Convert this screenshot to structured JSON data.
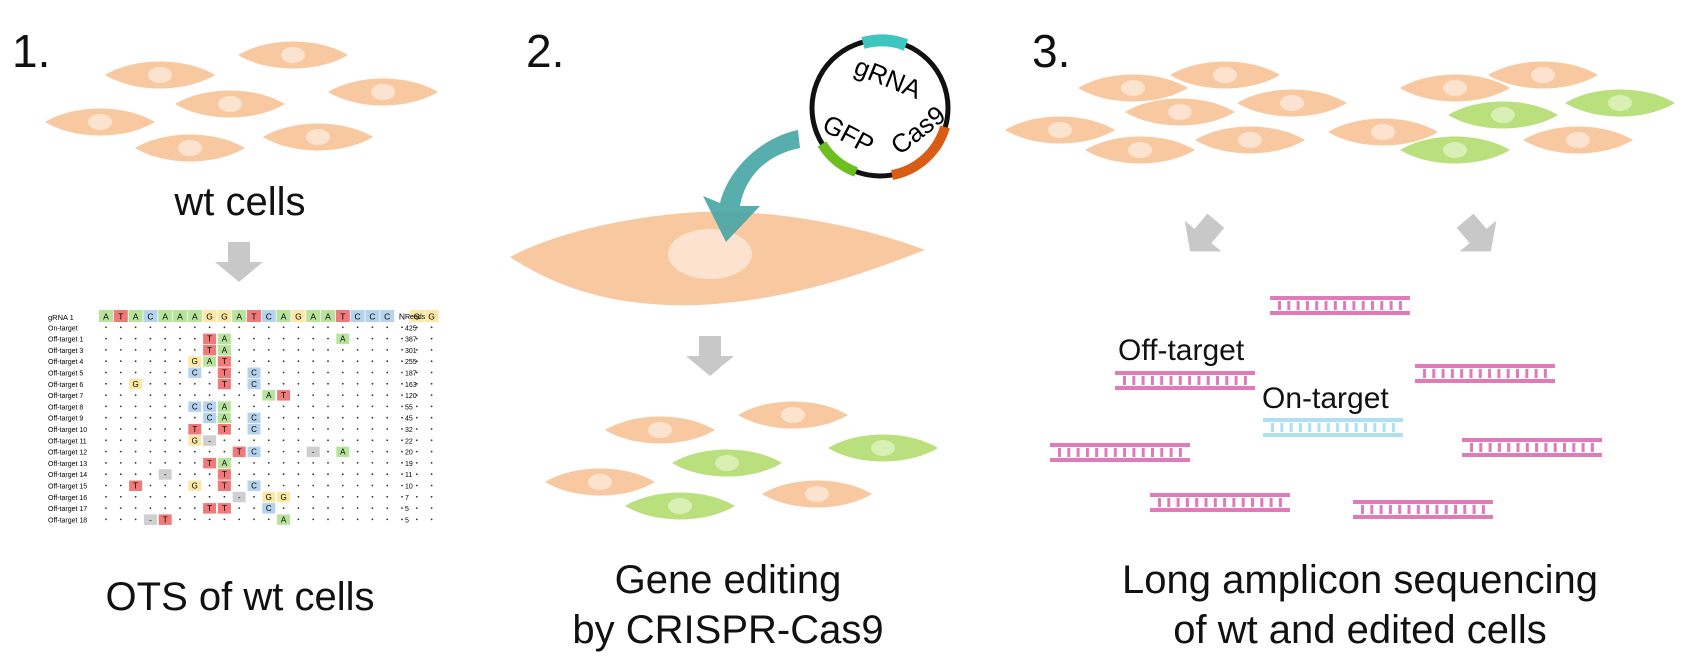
{
  "colors": {
    "cell": "#f8c9a0",
    "cell_nucleus": "#fbe3cf",
    "cell_edited": "#b9e07c",
    "cell_edited_nucleus": "#d9efb4",
    "arrow_gray": "#c8c8c8",
    "teal": "#4aa6a6",
    "plasmid_grna": "#3cc6bf",
    "plasmid_gfp": "#6cbf1e",
    "plasmid_cas9": "#d95d14",
    "amplicon_pink": "#e07ab8",
    "amplicon_blue": "#aee0ef",
    "base_A": "#b7e39c",
    "base_T": "#f07a7a",
    "base_C": "#b6d3ee",
    "base_G": "#fbe8a6",
    "base_gap": "#cfcfcf"
  },
  "panel1": {
    "step": "1.",
    "cells_label": "wt cells",
    "title": "OTS of wt cells",
    "table": {
      "grna_label": "gRNA 1",
      "reads_header": "Reads",
      "grna_sequence": [
        "A",
        "T",
        "A",
        "C",
        "A",
        "A",
        "A",
        "G",
        "G",
        "A",
        "T",
        "C",
        "A",
        "G",
        "A",
        "A",
        "T",
        "C",
        "C",
        "C",
        "N",
        "G",
        "G"
      ],
      "rows": [
        {
          "name": "On-target",
          "reads": "425",
          "diffs": []
        },
        {
          "name": "Off-target 1",
          "reads": "387",
          "diffs": [
            [
              7,
              "T"
            ],
            [
              8,
              "A"
            ],
            [
              16,
              "A"
            ]
          ]
        },
        {
          "name": "Off-target 3",
          "reads": "301",
          "diffs": [
            [
              7,
              "T"
            ],
            [
              8,
              "A"
            ]
          ]
        },
        {
          "name": "Off-target 4",
          "reads": "255",
          "diffs": [
            [
              6,
              "G"
            ],
            [
              7,
              "A"
            ],
            [
              8,
              "T"
            ]
          ]
        },
        {
          "name": "Off-target 5",
          "reads": "187",
          "diffs": [
            [
              6,
              "C"
            ],
            [
              8,
              "T"
            ],
            [
              10,
              "C"
            ]
          ]
        },
        {
          "name": "Off-target 6",
          "reads": "163",
          "diffs": [
            [
              2,
              "G"
            ],
            [
              8,
              "T"
            ],
            [
              10,
              "C"
            ]
          ]
        },
        {
          "name": "Off-target 7",
          "reads": "120",
          "diffs": [
            [
              11,
              "A"
            ],
            [
              12,
              "T"
            ]
          ]
        },
        {
          "name": "Off-target 8",
          "reads": "55",
          "diffs": [
            [
              6,
              "C"
            ],
            [
              7,
              "C"
            ],
            [
              8,
              "A"
            ]
          ]
        },
        {
          "name": "Off-target 9",
          "reads": "45",
          "diffs": [
            [
              7,
              "C"
            ],
            [
              8,
              "A"
            ],
            [
              10,
              "C"
            ]
          ]
        },
        {
          "name": "Off-target 10",
          "reads": "32",
          "diffs": [
            [
              6,
              "T"
            ],
            [
              8,
              "T"
            ],
            [
              10,
              "C"
            ]
          ]
        },
        {
          "name": "Off-target 11",
          "reads": "22",
          "diffs": [
            [
              6,
              "G"
            ],
            [
              7,
              "-"
            ]
          ]
        },
        {
          "name": "Off-target 12",
          "reads": "20",
          "diffs": [
            [
              9,
              "T"
            ],
            [
              10,
              "C"
            ],
            [
              14,
              "-"
            ],
            [
              16,
              "A"
            ]
          ]
        },
        {
          "name": "Off-target 13",
          "reads": "19",
          "diffs": [
            [
              7,
              "T"
            ],
            [
              8,
              "A"
            ]
          ]
        },
        {
          "name": "Off-target 14",
          "reads": "11",
          "diffs": [
            [
              4,
              "-"
            ],
            [
              8,
              "T"
            ]
          ]
        },
        {
          "name": "Off-target 15",
          "reads": "10",
          "diffs": [
            [
              2,
              "T"
            ],
            [
              6,
              "G"
            ],
            [
              8,
              "T"
            ],
            [
              10,
              "C"
            ]
          ]
        },
        {
          "name": "Off-target 16",
          "reads": "7",
          "diffs": [
            [
              9,
              "-"
            ],
            [
              11,
              "G"
            ],
            [
              12,
              "G"
            ]
          ]
        },
        {
          "name": "Off-target 17",
          "reads": "5",
          "diffs": [
            [
              7,
              "T"
            ],
            [
              8,
              "T"
            ],
            [
              11,
              "C"
            ]
          ]
        },
        {
          "name": "Off-target 18",
          "reads": "5",
          "diffs": [
            [
              3,
              "-"
            ],
            [
              4,
              "T"
            ],
            [
              12,
              "A"
            ]
          ]
        }
      ]
    }
  },
  "panel2": {
    "step": "2.",
    "plasmid_labels": {
      "grna": "gRNA",
      "gfp": "GFP",
      "cas9": "Cas9"
    },
    "title_line1": "Gene editing",
    "title_line2": "by CRISPR-Cas9"
  },
  "panel3": {
    "step": "3.",
    "off_target_label": "Off-target",
    "on_target_label": "On-target",
    "title_line1": "Long amplicon sequencing",
    "title_line2": "of wt and edited cells"
  }
}
